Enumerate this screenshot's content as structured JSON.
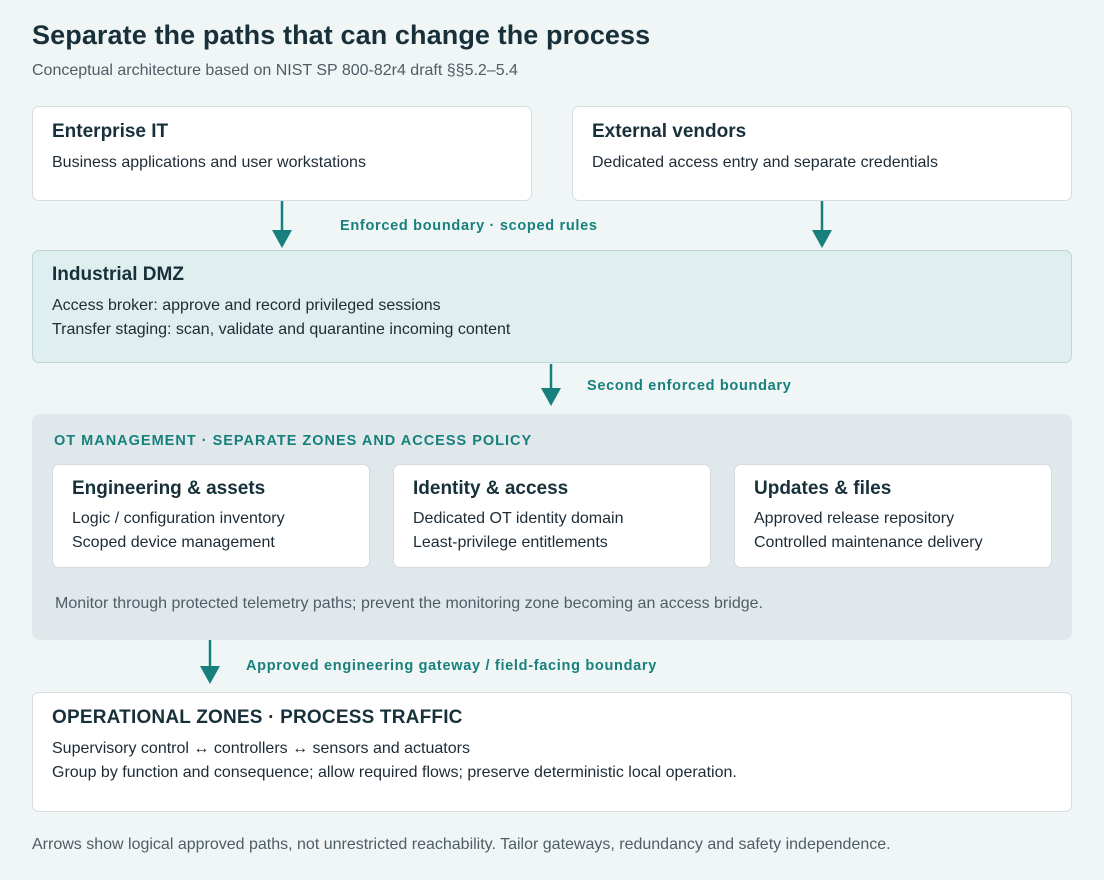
{
  "title": "Separate the paths that can change the process",
  "subtitle": "Conceptual architecture based on NIST SP 800-82r4 draft §§5.2–5.4",
  "enterprise": {
    "title": "Enterprise IT",
    "lines": [
      "Business applications and user workstations"
    ]
  },
  "vendors": {
    "title": "External vendors",
    "lines": [
      "Dedicated access entry and separate credentials"
    ]
  },
  "boundary1": "Enforced boundary · scoped rules",
  "dmz": {
    "title": "Industrial DMZ",
    "lines": [
      "Access broker: approve and record privileged sessions",
      "Transfer staging: scan, validate and quarantine incoming content"
    ]
  },
  "boundary2": "Second enforced boundary",
  "management": {
    "label": "OT MANAGEMENT · SEPARATE ZONES AND ACCESS POLICY",
    "cards": [
      {
        "title": "Engineering & assets",
        "lines": [
          "Logic / configuration inventory",
          "Scoped device management"
        ]
      },
      {
        "title": "Identity & access",
        "lines": [
          "Dedicated OT identity domain",
          "Least-privilege entitlements"
        ]
      },
      {
        "title": "Updates & files",
        "lines": [
          "Approved release repository",
          "Controlled maintenance delivery"
        ]
      }
    ],
    "note": "Monitor through protected telemetry paths; prevent the monitoring zone becoming an access bridge."
  },
  "boundary3": "Approved engineering gateway / field-facing boundary",
  "operations": {
    "title": "OPERATIONAL ZONES · PROCESS TRAFFIC",
    "lines": [
      "Supervisory control ↔ controllers ↔ sensors and actuators",
      "Group by function and consequence; allow required flows; preserve deterministic local operation."
    ]
  },
  "footer": "Arrows show logical approved paths, not unrestricted reachability. Tailor gateways, redundancy and safety independence.",
  "colors": {
    "accent": "#17807c",
    "dmz_fill": "#dfeeee",
    "management_fill": "#e1e8ec",
    "background": "#f0f5f5"
  }
}
